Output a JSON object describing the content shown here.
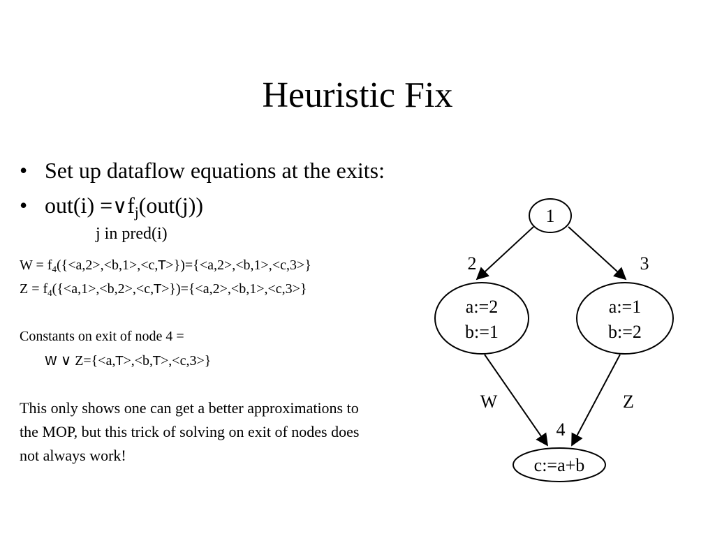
{
  "slide": {
    "title": "Heuristic Fix",
    "bullets": [
      {
        "text": "Set up dataflow equations at the exits:"
      },
      {
        "pre": "out(i) =",
        "join_sym": "∨",
        "f": "f",
        "sub": "j",
        "post": "(out(j))"
      }
    ],
    "bullet_marker": "•",
    "pred_note": "j in pred(i)",
    "eq_w": {
      "pre": "W = f",
      "sub": "4",
      "mid": "({<a,2>,<b,1>,<c,",
      "top": "T",
      "post": ">})={<a,2>,<b,1>,<c,3>}"
    },
    "eq_z": {
      "pre": "Z = f",
      "sub": "4",
      "mid": "({<a,1>,<b,2>,<c,",
      "top": "T",
      "post": ">})={<a,2>,<b,1>,<c,3>}"
    },
    "constants_label": "Constants on exit of node 4 =",
    "constants_expr": {
      "w": "W",
      "join_sym": "∨",
      "z": "Z={<a,",
      "top1": "T",
      "mid": ">,<b,",
      "top2": "T",
      "post": ">,<c,3>}"
    },
    "paragraph": "This only shows one can get a better approximations to the MOP, but this trick of solving on exit of nodes does not always work!"
  },
  "graph": {
    "node1": "1",
    "label_left": "2",
    "label_right": "3",
    "node2_line1": "a:=2",
    "node2_line2": "b:=1",
    "node3_line1": "a:=1",
    "node3_line2": "b:=2",
    "edge_w": "W",
    "edge_z": "Z",
    "label_bottom": "4",
    "node4": "c:=a+b"
  }
}
